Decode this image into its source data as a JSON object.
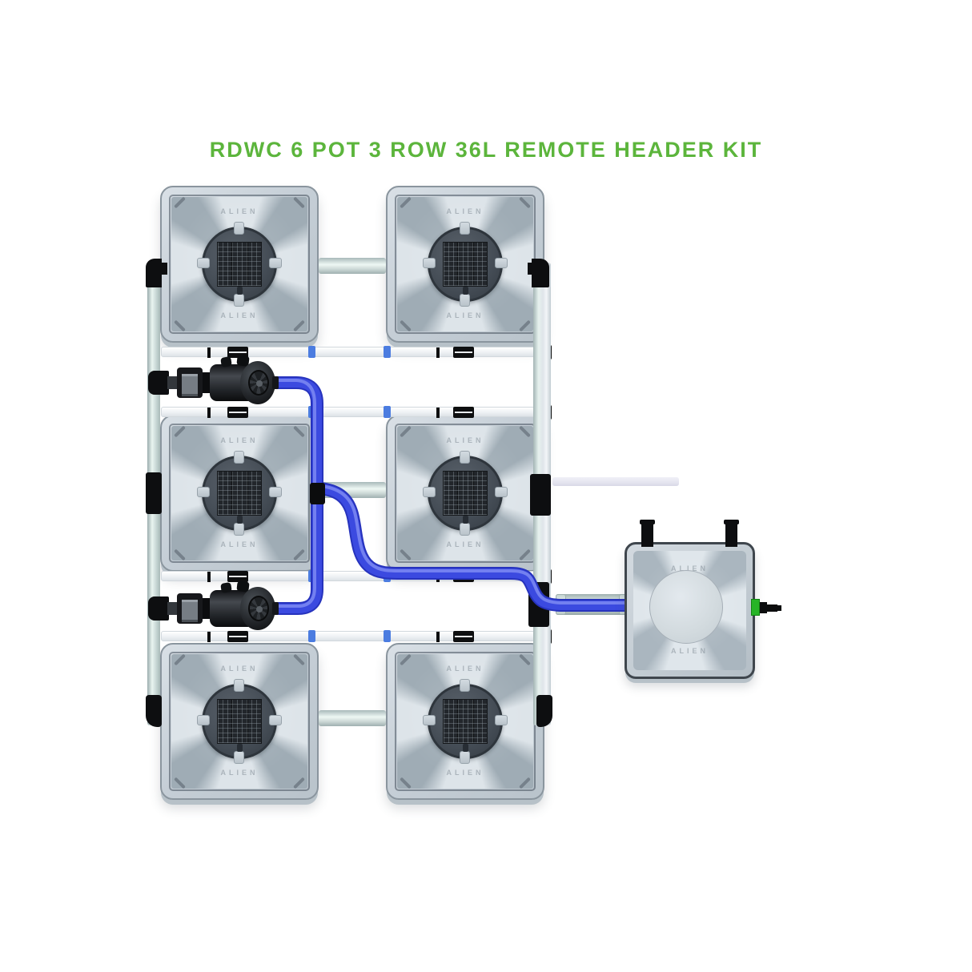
{
  "title": {
    "text": "RDWC 6 POT 3 ROW 36L REMOTE HEADER KIT"
  },
  "branding": {
    "lid_label": "ALIEN"
  },
  "colors": {
    "title_green": "#5cb53c",
    "tube_blue": "#3b4ae0",
    "pipe_metal": "#cfdedc",
    "white_pipe": "#eef1f4",
    "fitting_black": "#0d0e10",
    "drain_green": "#27b427",
    "lid_gray": "#c6cfd7",
    "netpot_dark": "#49515a",
    "pipe_clip_blue": "#4b7ce0"
  },
  "components": {
    "pots": [
      {
        "id": "pot-1",
        "row": 1,
        "col": 1,
        "lid_label_top": "ALIEN",
        "lid_label_bottom": "ALIEN"
      },
      {
        "id": "pot-2",
        "row": 1,
        "col": 2,
        "lid_label_top": "ALIEN",
        "lid_label_bottom": "ALIEN"
      },
      {
        "id": "pot-3",
        "row": 2,
        "col": 1,
        "lid_label_top": "ALIEN",
        "lid_label_bottom": "ALIEN"
      },
      {
        "id": "pot-4",
        "row": 2,
        "col": 2,
        "lid_label_top": "ALIEN",
        "lid_label_bottom": "ALIEN"
      },
      {
        "id": "pot-5",
        "row": 3,
        "col": 1,
        "lid_label_top": "ALIEN",
        "lid_label_bottom": "ALIEN"
      },
      {
        "id": "pot-6",
        "row": 3,
        "col": 2,
        "lid_label_top": "ALIEN",
        "lid_label_bottom": "ALIEN"
      }
    ],
    "header_tank": {
      "id": "header-tank",
      "lid_label_top": "ALIEN",
      "lid_label_bottom": "ALIEN",
      "top_posts": 2
    },
    "pumps": [
      {
        "id": "pump-1"
      },
      {
        "id": "pump-2"
      }
    ]
  }
}
